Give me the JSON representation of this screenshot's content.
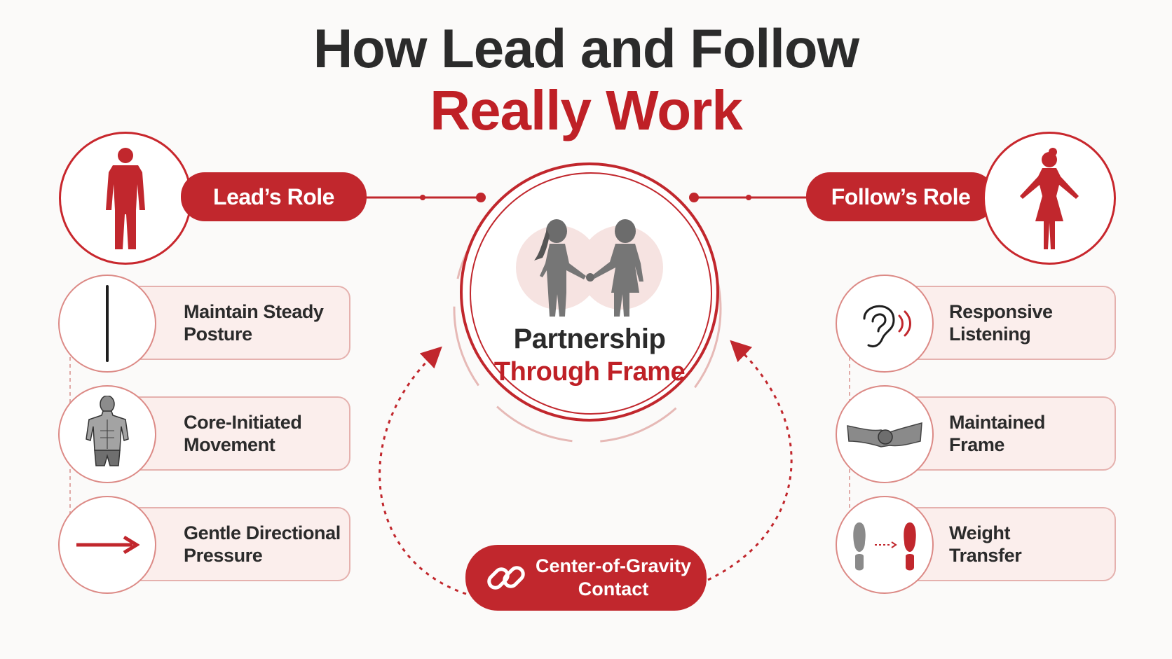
{
  "title": {
    "line1": "How Lead and Follow",
    "line2": "Really Work"
  },
  "lead": {
    "role_label": "Lead’s Role",
    "items": [
      {
        "line1": "Maintain Steady",
        "line2": "Posture",
        "icon": "vertical-line-icon"
      },
      {
        "line1": "Core-Initiated",
        "line2": "Movement",
        "icon": "torso-icon"
      },
      {
        "line1": "Gentle Directional",
        "line2": "Pressure",
        "icon": "arrow-right-icon"
      }
    ]
  },
  "follow": {
    "role_label": "Follow’s Role",
    "items": [
      {
        "line1": "Responsive",
        "line2": "Listening",
        "icon": "ear-icon"
      },
      {
        "line1": "Maintained",
        "line2": "Frame",
        "icon": "handshake-icon"
      },
      {
        "line1": "Weight",
        "line2": "Transfer",
        "icon": "footprints-icon"
      }
    ]
  },
  "center": {
    "line1": "Partnership",
    "line2": "Through Frame",
    "icon": "couple-holding-hands-icon"
  },
  "contact": {
    "line1": "Center-of-Gravity",
    "line2": "Contact",
    "icon": "chain-link-icon"
  },
  "colors": {
    "accent": "#c1272d",
    "dark_text": "#2b2b2b",
    "card_fill": "#fbeeec",
    "card_border": "#e5b1ae"
  }
}
